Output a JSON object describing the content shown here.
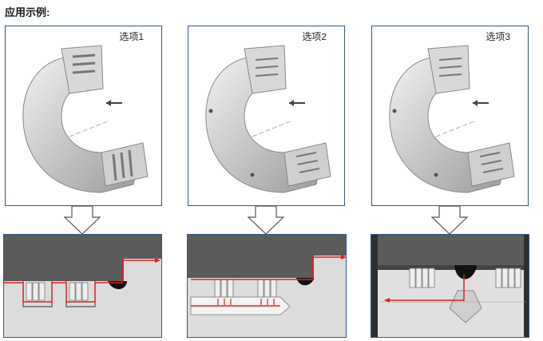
{
  "heading": "应用示例:",
  "options": [
    {
      "label": "选项1"
    },
    {
      "label": "选项2"
    },
    {
      "label": "选项3"
    }
  ],
  "colors": {
    "frame": "#2c5a8a",
    "flow": "#e02020",
    "housing": "#5b5b5b",
    "shaft": "#dcdcdc"
  }
}
